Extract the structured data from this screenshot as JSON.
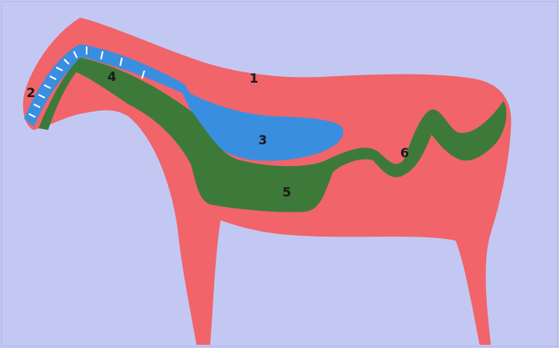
{
  "diagram": {
    "colors": {
      "background": "#c3c8f3",
      "body": "#f0646a",
      "blue_region": "#3a8ee0",
      "green_region": "#3d7a3a",
      "stripe": "#ffffff"
    },
    "labels": [
      "1",
      "2",
      "3",
      "4",
      "5",
      "6"
    ]
  }
}
